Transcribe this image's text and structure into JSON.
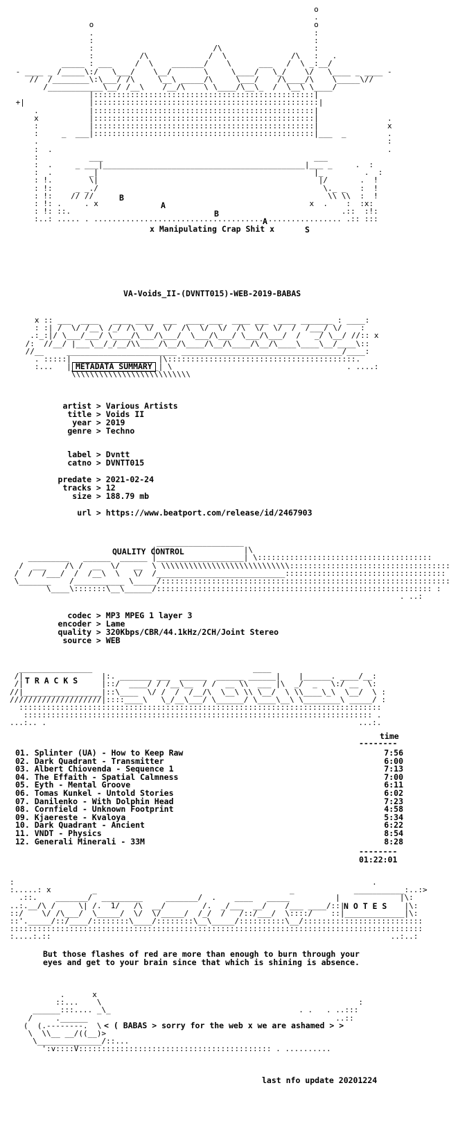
{
  "logo_letters": [
    "B",
    "A",
    "B",
    "A",
    "S"
  ],
  "logo_tagline": "x Manipulating Crap Shit x",
  "release_name": "VA-Voids_II-(DVNTT015)-WEB-2019-BABAS",
  "metadata": {
    "heading": "METADATA SUMMARY",
    "rows": [
      {
        "key": "artist",
        "value": "Various Artists"
      },
      {
        "key": "title",
        "value": "Voids II"
      },
      {
        "key": "year",
        "value": "2019"
      },
      {
        "key": "genre",
        "value": "Techno"
      },
      {
        "key": "label",
        "value": "Dvntt"
      },
      {
        "key": "catno",
        "value": "DVNTT015"
      },
      {
        "key": "predate",
        "value": "2021-02-24"
      },
      {
        "key": "tracks",
        "value": "12"
      },
      {
        "key": "size",
        "value": "188.79 mb"
      },
      {
        "key": "url",
        "value": "https://www.beatport.com/release/id/2467903"
      }
    ]
  },
  "quality": {
    "heading": "QUALITY CONTROL",
    "rows": [
      {
        "key": "codec",
        "value": "MP3 MPEG 1 layer 3"
      },
      {
        "key": "encoder",
        "value": "Lame"
      },
      {
        "key": "quality",
        "value": "320Kbps/CBR/44.1kHz/2CH/Joint Stereo"
      },
      {
        "key": "source",
        "value": "WEB"
      }
    ]
  },
  "tracks": {
    "heading": "T R A C K S",
    "time_header": "time",
    "list": [
      {
        "n": "01.",
        "title": "Splinter (UA) - How to Keep Raw",
        "time": "7:56"
      },
      {
        "n": "02.",
        "title": "Dark Quadrant - Transmitter",
        "time": "6:00"
      },
      {
        "n": "03.",
        "title": "Albert Chiovenda - Sequence 1",
        "time": "7:13"
      },
      {
        "n": "04.",
        "title": "The Effaith - Spatial Calmness",
        "time": "7:00"
      },
      {
        "n": "05.",
        "title": "Eyth - Mental Groove",
        "time": "6:11"
      },
      {
        "n": "06.",
        "title": "Tomas Kunkel - Untold Stories",
        "time": "6:02"
      },
      {
        "n": "07.",
        "title": "Danilenko - With Dolphin Head",
        "time": "7:23"
      },
      {
        "n": "08.",
        "title": "Cornfield - Unknown Footprint",
        "time": "4:58"
      },
      {
        "n": "09.",
        "title": "Kjaereste - Kvaloya",
        "time": "5:34"
      },
      {
        "n": "10.",
        "title": "Dark Quadrant - Ancient",
        "time": "6:22"
      },
      {
        "n": "11.",
        "title": "VNDT - Physics",
        "time": "8:54"
      },
      {
        "n": "12.",
        "title": "Generali Minerali - 33M",
        "time": "8:28"
      }
    ],
    "total": "01:22:01"
  },
  "notes": {
    "heading": "N O T E S",
    "line1": "But those flashes of red are more than enough to burn through your",
    "line2": "eyes and get to your brain since that which is shining is absence."
  },
  "footer_message": "< ( BABAS > sorry for the web x we are ashamed > >",
  "last_update": "last nfo update 20201224"
}
